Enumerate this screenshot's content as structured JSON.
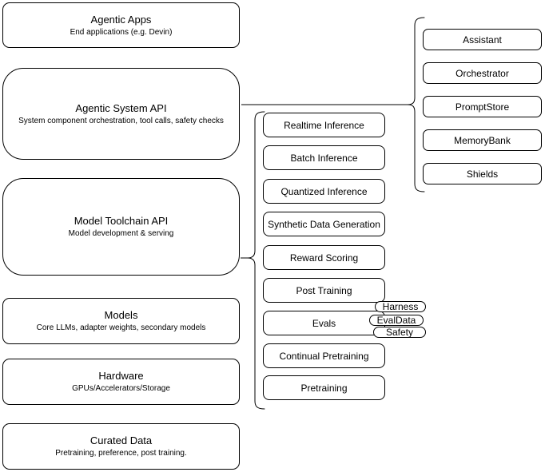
{
  "diagram": {
    "stack": [
      {
        "title": "Agentic Apps",
        "subtitle": "End applications (e.g. Devin)"
      },
      {
        "title": "Agentic System API",
        "subtitle": "System component orchestration, tool calls, safety checks"
      },
      {
        "title": "Model Toolchain API",
        "subtitle": "Model development & serving"
      },
      {
        "title": "Models",
        "subtitle": "Core LLMs, adapter weights, secondary models"
      },
      {
        "title": "Hardware",
        "subtitle": "GPUs/Accelerators/Storage"
      },
      {
        "title": "Curated Data",
        "subtitle": "Pretraining, preference, post training."
      }
    ],
    "toolchain_services": [
      "Realtime Inference",
      "Batch Inference",
      "Quantized Inference",
      "Synthetic Data Generation",
      "Reward Scoring",
      "Post Training",
      "Evals",
      "Continual Pretraining",
      "Pretraining"
    ],
    "evals_tags": [
      "Harness",
      "EvalData",
      "Safety"
    ],
    "system_components": [
      "Assistant",
      "Orchestrator",
      "PromptStore",
      "MemoryBank",
      "Shields"
    ],
    "colors": {
      "stroke": "#000000",
      "fill": "#ffffff",
      "text": "#000000",
      "background": "#ffffff"
    }
  }
}
